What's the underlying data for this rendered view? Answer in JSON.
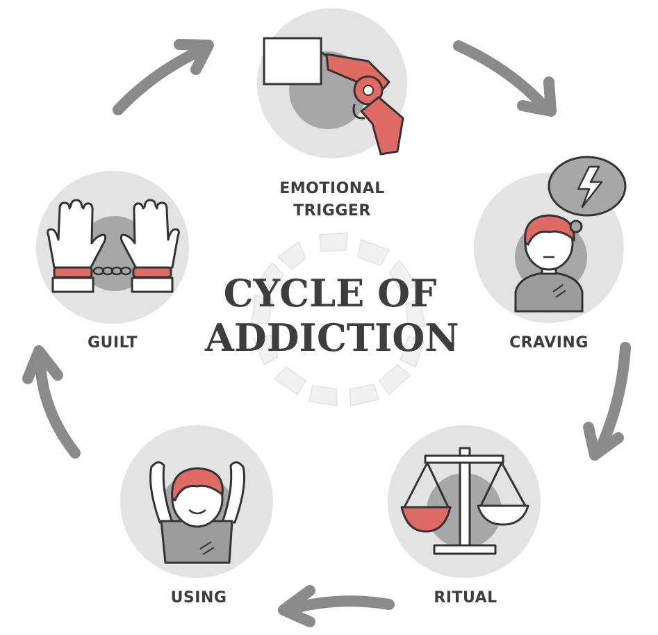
{
  "title": {
    "line1": "CYCLE OF",
    "line2": "ADDICTION"
  },
  "stages": {
    "emotional_trigger": {
      "line1": "EMOTIONAL",
      "line2": "TRIGGER",
      "icon": "gun-flag-icon"
    },
    "craving": {
      "label": "CRAVING",
      "icon": "craving-person-icon"
    },
    "ritual": {
      "label": "RITUAL",
      "icon": "scales-icon"
    },
    "using": {
      "label": "USING",
      "icon": "arms-raised-person-icon"
    },
    "guilt": {
      "label": "GUILT",
      "icon": "handcuffed-hands-icon"
    }
  },
  "colors": {
    "accent": "#e06a64",
    "arrow": "#8a8a8a",
    "circle_bg": "#e3e3e3",
    "circle_inner": "#a7a7a7",
    "text": "#3d3d3d",
    "outline": "#333333"
  }
}
